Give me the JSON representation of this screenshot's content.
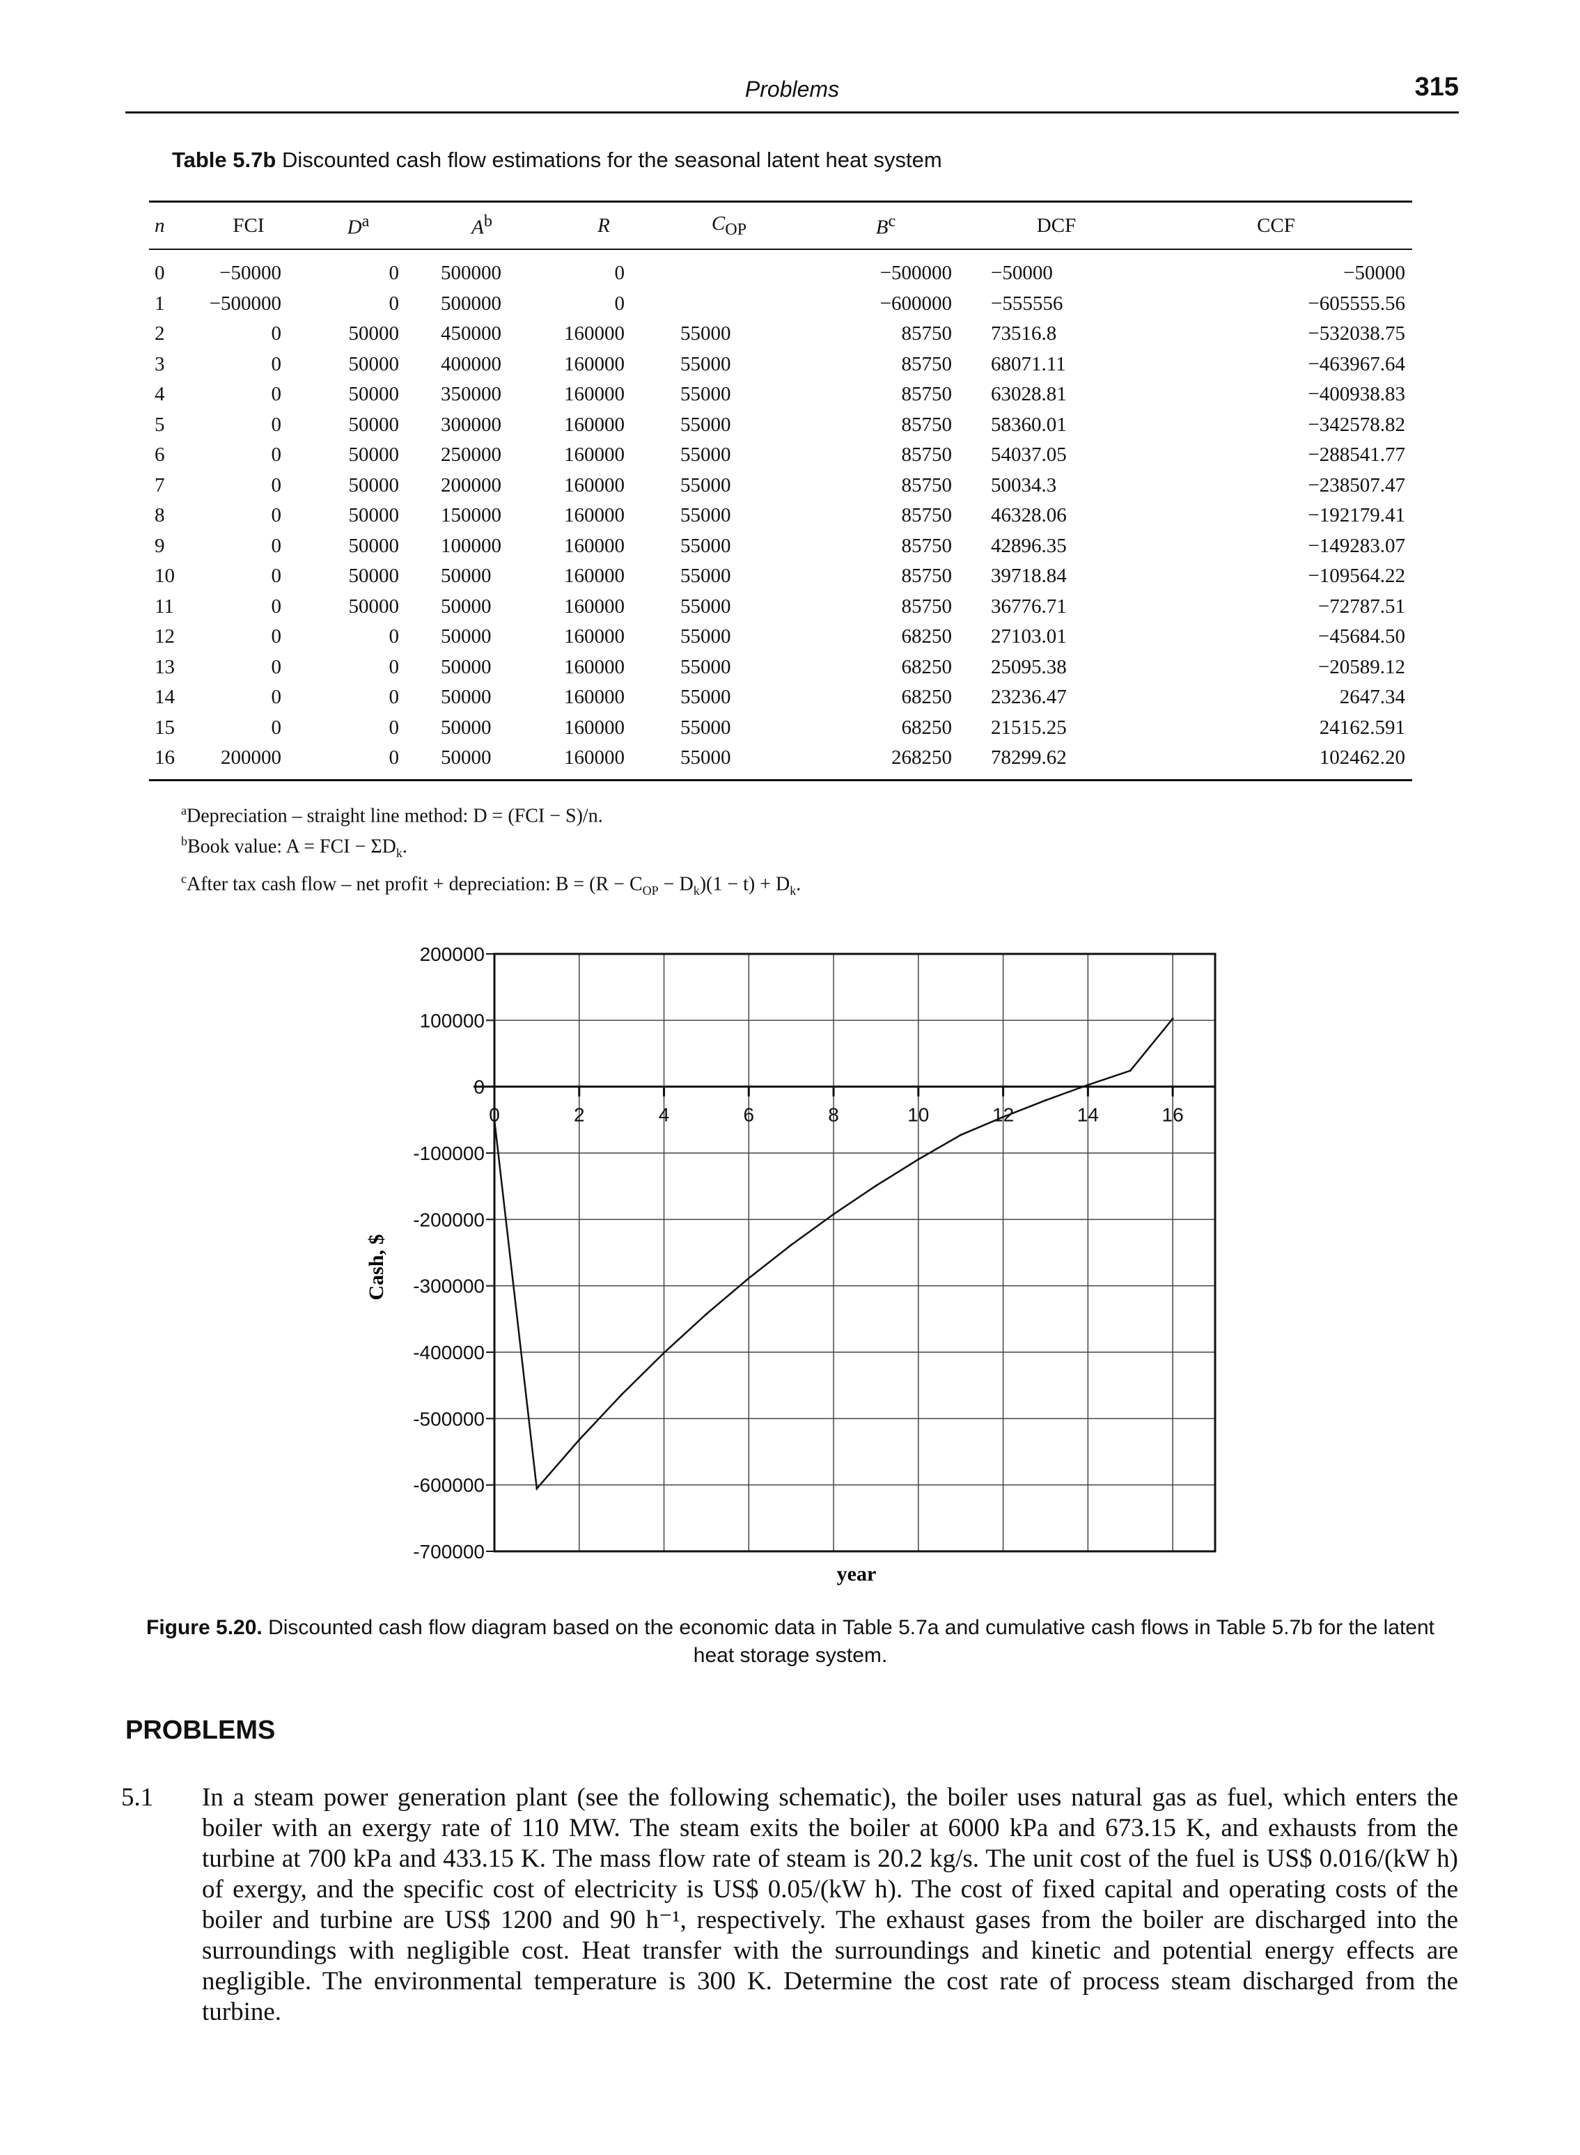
{
  "running_head": {
    "title": "Problems",
    "page_number": "315"
  },
  "table": {
    "caption_label": "Table 5.7b",
    "caption_text": "Discounted cash flow estimations for the seasonal latent heat system",
    "headers": [
      "n",
      "FCI",
      "D",
      "A",
      "R",
      "C",
      "B",
      "DCF",
      "CCF"
    ],
    "header_marks": {
      "D": "a",
      "A": "b",
      "C_sub": "OP",
      "B": "c"
    },
    "rows": [
      [
        "0",
        "−50000",
        "0",
        "500000",
        "0",
        "",
        "−500000",
        "−50000",
        "−50000"
      ],
      [
        "1",
        "−500000",
        "0",
        "500000",
        "0",
        "",
        "−600000",
        "−555556",
        "−605555.56"
      ],
      [
        "2",
        "0",
        "50000",
        "450000",
        "160000",
        "55000",
        "85750",
        "73516.8",
        "−532038.75"
      ],
      [
        "3",
        "0",
        "50000",
        "400000",
        "160000",
        "55000",
        "85750",
        "68071.11",
        "−463967.64"
      ],
      [
        "4",
        "0",
        "50000",
        "350000",
        "160000",
        "55000",
        "85750",
        "63028.81",
        "−400938.83"
      ],
      [
        "5",
        "0",
        "50000",
        "300000",
        "160000",
        "55000",
        "85750",
        "58360.01",
        "−342578.82"
      ],
      [
        "6",
        "0",
        "50000",
        "250000",
        "160000",
        "55000",
        "85750",
        "54037.05",
        "−288541.77"
      ],
      [
        "7",
        "0",
        "50000",
        "200000",
        "160000",
        "55000",
        "85750",
        "50034.3",
        "−238507.47"
      ],
      [
        "8",
        "0",
        "50000",
        "150000",
        "160000",
        "55000",
        "85750",
        "46328.06",
        "−192179.41"
      ],
      [
        "9",
        "0",
        "50000",
        "100000",
        "160000",
        "55000",
        "85750",
        "42896.35",
        "−149283.07"
      ],
      [
        "10",
        "0",
        "50000",
        "50000",
        "160000",
        "55000",
        "85750",
        "39718.84",
        "−109564.22"
      ],
      [
        "11",
        "0",
        "50000",
        "50000",
        "160000",
        "55000",
        "85750",
        "36776.71",
        "−72787.51"
      ],
      [
        "12",
        "0",
        "0",
        "50000",
        "160000",
        "55000",
        "68250",
        "27103.01",
        "−45684.50"
      ],
      [
        "13",
        "0",
        "0",
        "50000",
        "160000",
        "55000",
        "68250",
        "25095.38",
        "−20589.12"
      ],
      [
        "14",
        "0",
        "0",
        "50000",
        "160000",
        "55000",
        "68250",
        "23236.47",
        "2647.34"
      ],
      [
        "15",
        "0",
        "0",
        "50000",
        "160000",
        "55000",
        "68250",
        "21515.25",
        "24162.591"
      ],
      [
        "16",
        "200000",
        "0",
        "50000",
        "160000",
        "55000",
        "268250",
        "78299.62",
        "102462.20"
      ]
    ]
  },
  "footnotes": {
    "a_mark": "a",
    "a_text": "Depreciation – straight line method: D = (FCI − S)/n.",
    "b_mark": "b",
    "b_text": "Book value: A = FCI − ΣD",
    "b_sub": "k",
    "b_end": ".",
    "c_mark": "c",
    "c_text_1": "After tax cash flow – net profit + depreciation: B = (R − C",
    "c_sub_1": "OP",
    "c_text_2": " − D",
    "c_sub_2": "k",
    "c_text_3": ")(1 − t) + D",
    "c_sub_3": "k",
    "c_end": "."
  },
  "chart_data": {
    "type": "line",
    "xlabel": "year",
    "ylabel": "Cash, $",
    "xlim": [
      0,
      17
    ],
    "ylim": [
      -700000,
      200000
    ],
    "x_ticks": [
      "0",
      "2",
      "4",
      "6",
      "8",
      "10",
      "12",
      "14",
      "16"
    ],
    "y_ticks": [
      "200000",
      "100000",
      "0",
      "-100000",
      "-200000",
      "-300000",
      "-400000",
      "-500000",
      "-600000",
      "-700000"
    ],
    "grid": true,
    "series": [
      {
        "x": [
          0,
          1,
          2,
          3,
          4,
          5,
          6,
          7,
          8,
          9,
          10,
          11,
          12,
          13,
          14,
          15,
          16
        ],
        "values": [
          -50000,
          -605555.56,
          -532038.75,
          -463967.64,
          -400938.83,
          -342578.82,
          -288541.77,
          -238507.47,
          -192179.41,
          -149283.07,
          -109564.22,
          -72787.51,
          -45684.5,
          -20589.12,
          2647.34,
          24162.591,
          102462.2
        ]
      }
    ]
  },
  "figure": {
    "caption_label": "Figure 5.20.",
    "caption_text": "Discounted cash flow diagram based on the economic data in Table 5.7a and cumulative cash flows in Table 5.7b for the latent heat storage system."
  },
  "problems": {
    "heading": "PROBLEMS",
    "items": [
      {
        "number": "5.1",
        "text": "In a steam power generation plant (see the following schematic), the boiler uses natural gas as fuel, which enters the boiler with an exergy rate of 110 MW. The steam exits the boiler at 6000 kPa and 673.15 K, and exhausts from the turbine at 700 kPa and 433.15 K. The mass flow rate of steam is 20.2 kg/s. The unit cost of the fuel is US$ 0.016/(kW h) of exergy, and the specific cost of electricity is US$ 0.05/(kW h). The cost of fixed capital and operating costs of the boiler and turbine are US$ 1200 and 90 h⁻¹, respectively. The exhaust gases from the boiler are discharged into the surroundings with negligible cost. Heat transfer with the surroundings and kinetic and potential energy effects are negligible. The environmental temperature is 300 K. Determine the cost rate of process steam discharged from the turbine."
      }
    ]
  }
}
